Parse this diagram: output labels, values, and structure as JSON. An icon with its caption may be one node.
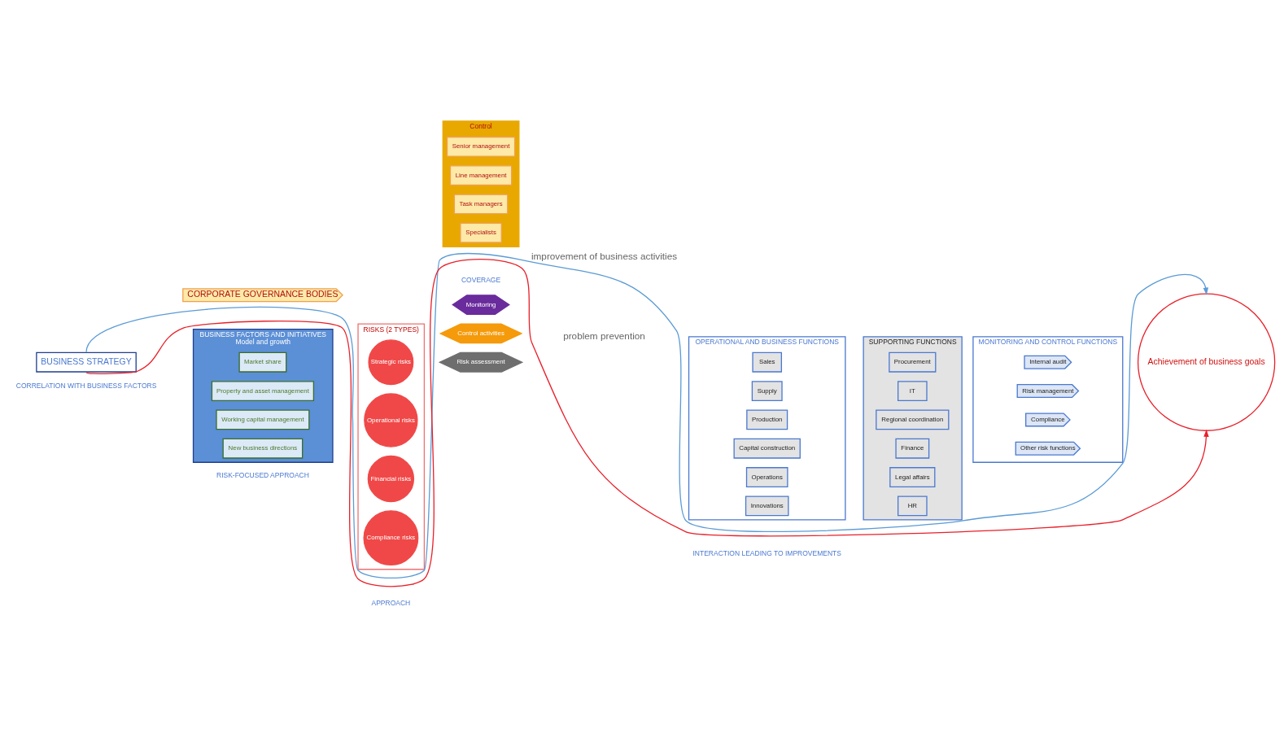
{
  "diagram": {
    "nodes": [
      {
        "text": [
          "BUSINESS STRATEGY"
        ]
      },
      {
        "text": [
          "BUSINESS FACTORS AND INITIATIVES",
          "Model and growth"
        ]
      },
      {
        "text": [
          "Market share"
        ],
        "in": 1
      },
      {
        "text": [
          "Property and asset management"
        ],
        "in": 1
      },
      {
        "text": [
          "Working capital management"
        ],
        "in": 1
      },
      {
        "text": [
          "New business directions"
        ],
        "in": 1
      },
      {
        "text": [
          "RISKS (2 TYPES)"
        ]
      },
      {
        "text": [
          "Strategic risks"
        ],
        "in": 6
      },
      {
        "text": [
          "Operational risks"
        ],
        "in": 6
      },
      {
        "text": [
          "Financial risks"
        ],
        "in": 6
      },
      {
        "text": [
          "Compliance risks"
        ],
        "in": 6
      },
      {
        "text": [
          "Risk assessment"
        ]
      },
      {
        "text": [
          "Control activities"
        ]
      },
      {
        "text": [
          "Monitoring"
        ]
      },
      {
        "text": [
          "OPERATIONAL AND BUSINESS FUNCTIONS"
        ]
      },
      {
        "text": [
          "Sales"
        ],
        "in": 14
      },
      {
        "text": [
          "Supply"
        ],
        "in": 14
      },
      {
        "text": [
          "Production"
        ],
        "in": 14
      },
      {
        "text": [
          "Capital construction"
        ],
        "in": 14
      },
      {
        "text": [
          "Operations"
        ],
        "in": 14
      },
      {
        "text": [
          "Innovations"
        ],
        "in": 14
      },
      {
        "text": [
          "SUPPORTING FUNCTIONS"
        ]
      },
      {
        "text": [
          "Procurement"
        ],
        "in": 21
      },
      {
        "text": [
          "IT"
        ],
        "in": 21
      },
      {
        "text": [
          "Regional coordination"
        ],
        "in": 21
      },
      {
        "text": [
          "Finance"
        ],
        "in": 21
      },
      {
        "text": [
          "Legal affairs"
        ],
        "in": 21
      },
      {
        "text": [
          "HR"
        ],
        "in": 21
      },
      {
        "text": [
          "MONITORING AND CONTROL FUNCTIONS"
        ]
      },
      {
        "text": [
          "Internal audit"
        ],
        "in": 28
      },
      {
        "text": [
          "Risk management"
        ],
        "in": 28
      },
      {
        "text": [
          "Compliance"
        ],
        "in": 28
      },
      {
        "text": [
          "Other risk functions"
        ],
        "in": 28
      },
      {
        "text": [
          "Achievement of business goals"
        ]
      },
      {
        "text": [
          "Control"
        ]
      },
      {
        "text": [
          "Senior management"
        ],
        "in": 34
      },
      {
        "text": [
          "Line management"
        ],
        "in": 34
      },
      {
        "text": [
          "Task managers"
        ],
        "in": 34
      },
      {
        "text": [
          "Specialists"
        ],
        "in": 34
      },
      {
        "text": [
          "CORPORATE GOVERNANCE BODIES"
        ]
      }
    ],
    "edges": [
      {
        "from": 0,
        "to": 33,
        "arrow": "to",
        "label": "improvement of business activities",
        "color": "#5b9bd5"
      },
      {
        "from": 0,
        "to": 33,
        "arrow": "to",
        "label": "problem prevention",
        "color": "#e8202a"
      }
    ],
    "labels": [
      "RISK-FOCUSED APPROACH",
      "APPROACH",
      "COVERAGE",
      "INTERACTION LEADING TO IMPROVEMENTS",
      "CORRELATION WITH BUSINESS FACTORS"
    ]
  }
}
